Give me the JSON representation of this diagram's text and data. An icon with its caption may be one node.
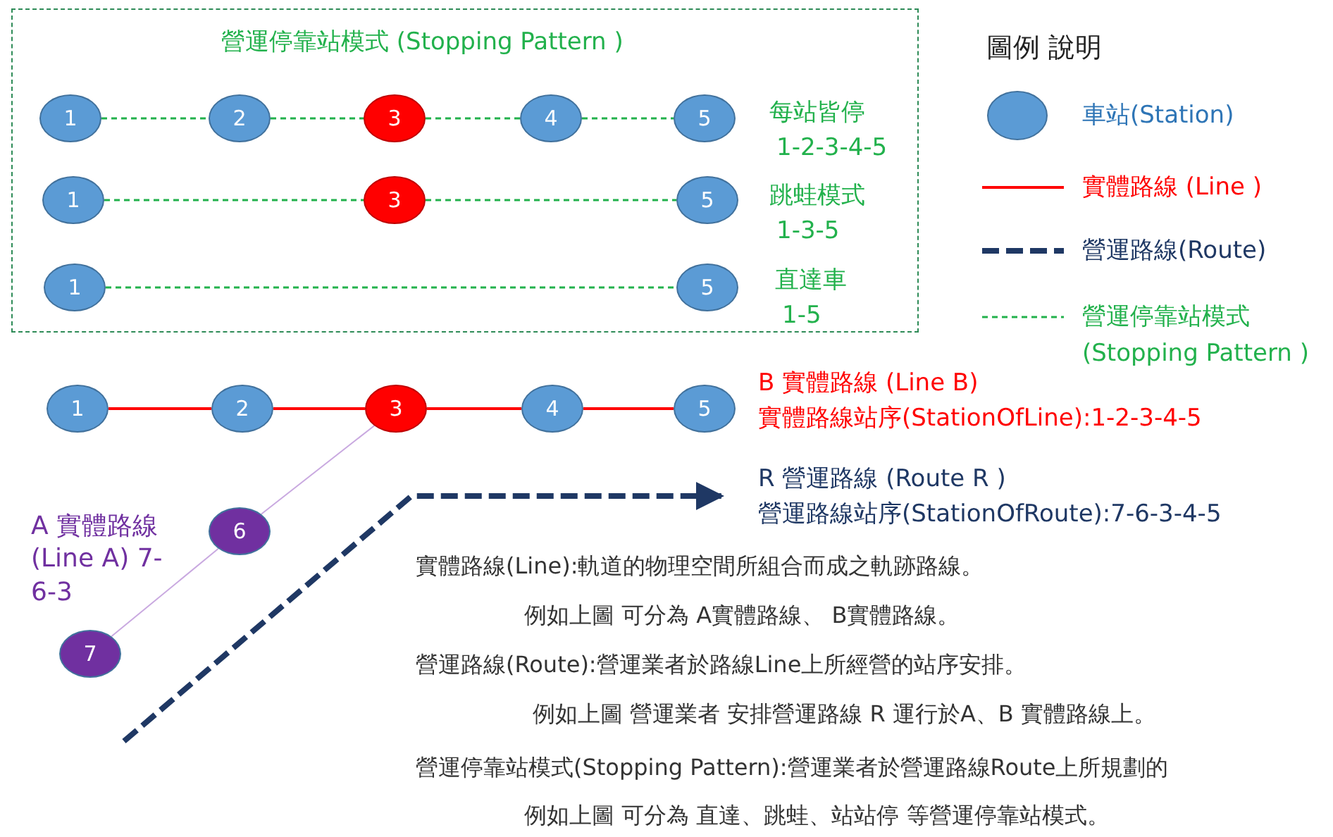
{
  "diagram": {
    "nodes": [
      {
        "text": [
          "營運停靠站模式 (Stopping Pattern )"
        ]
      },
      {
        "text": [
          "1"
        ],
        "in": 0
      },
      {
        "text": [
          "2"
        ],
        "in": 0
      },
      {
        "text": [
          "3"
        ],
        "in": 0
      },
      {
        "text": [
          "4"
        ],
        "in": 0
      },
      {
        "text": [
          "5"
        ],
        "in": 0,
        "beside": [
          "每站皆停",
          "1-2-3-4-5"
        ]
      },
      {
        "text": [
          "1"
        ],
        "in": 0
      },
      {
        "text": [
          "3"
        ],
        "in": 0
      },
      {
        "text": [
          "5"
        ],
        "in": 0,
        "beside": [
          "跳蛙模式",
          "1-3-5"
        ]
      },
      {
        "text": [
          "1"
        ],
        "in": 0
      },
      {
        "text": [
          "5"
        ],
        "in": 0,
        "beside": [
          "直達車",
          "1-5"
        ]
      },
      {
        "text": [
          "1"
        ]
      },
      {
        "text": [
          "2"
        ]
      },
      {
        "text": [
          "3"
        ]
      },
      {
        "text": [
          "4"
        ]
      },
      {
        "text": [
          "5"
        ],
        "beside": [
          "B 實體路線 (Line B)",
          "實體路線站序(StationOfLine):1-2-3-4-5"
        ]
      },
      {
        "text": [
          "6"
        ]
      },
      {
        "text": [
          "7"
        ]
      },
      {
        "text": [
          "R 營運路線 (Route R )",
          "營運路線站序(StationOfRoute):7-6-3-4-5"
        ]
      }
    ],
    "edges": [
      {
        "from": 1,
        "to": 2,
        "arrow": "none",
        "style": "dashed"
      },
      {
        "from": 2,
        "to": 3,
        "arrow": "none",
        "style": "dashed"
      },
      {
        "from": 3,
        "to": 4,
        "arrow": "none",
        "style": "dashed"
      },
      {
        "from": 4,
        "to": 5,
        "arrow": "none",
        "style": "dashed"
      },
      {
        "from": 6,
        "to": 7,
        "arrow": "none",
        "style": "dashed"
      },
      {
        "from": 7,
        "to": 8,
        "arrow": "none",
        "style": "dashed"
      },
      {
        "from": 9,
        "to": 10,
        "arrow": "none",
        "style": "dashed"
      },
      {
        "from": 11,
        "to": 12,
        "arrow": "none",
        "color": "#ff0000"
      },
      {
        "from": 12,
        "to": 13,
        "arrow": "none",
        "color": "#ff0000"
      },
      {
        "from": 13,
        "to": 14,
        "arrow": "none",
        "color": "#ff0000"
      },
      {
        "from": 14,
        "to": 15,
        "arrow": "none",
        "color": "#ff0000"
      },
      {
        "from": 17,
        "to": 16,
        "arrow": "none",
        "color": "#c9a9e0"
      },
      {
        "from": 16,
        "to": 13,
        "arrow": "none",
        "color": "#c9a9e0"
      },
      {
        "from": null,
        "to": 18,
        "arrow": "to",
        "style": "dashed",
        "color": "#1f3864"
      }
    ],
    "labels": [
      "圖例 說明",
      "A 實體路線 (Line A) 7-6-3",
      "實體路線(Line):軌道的物理空間所組合而成之軌跡路線。",
      "例如上圖 可分為 A實體路線、 B實體路線。",
      "營運路線(Route):營運業者於路線Line上所經營的站序安排。",
      "例如上圖 營運業者 安排營運路線 R 運行於A、B 實體路線上。",
      "營運停靠站模式(Stopping Pattern):營運業者於營運路線Route上所規劃的",
      "例如上圖 可分為 直達、跳蛙、站站停 等營運停靠站模式。"
    ],
    "legend": [
      {
        "text": "車站(Station)"
      },
      {
        "text": "實體路線 (Line )"
      },
      {
        "text": "營運路線(Route)"
      },
      {
        "text": "營運停靠站模式 (Stopping Pattern )"
      }
    ]
  }
}
